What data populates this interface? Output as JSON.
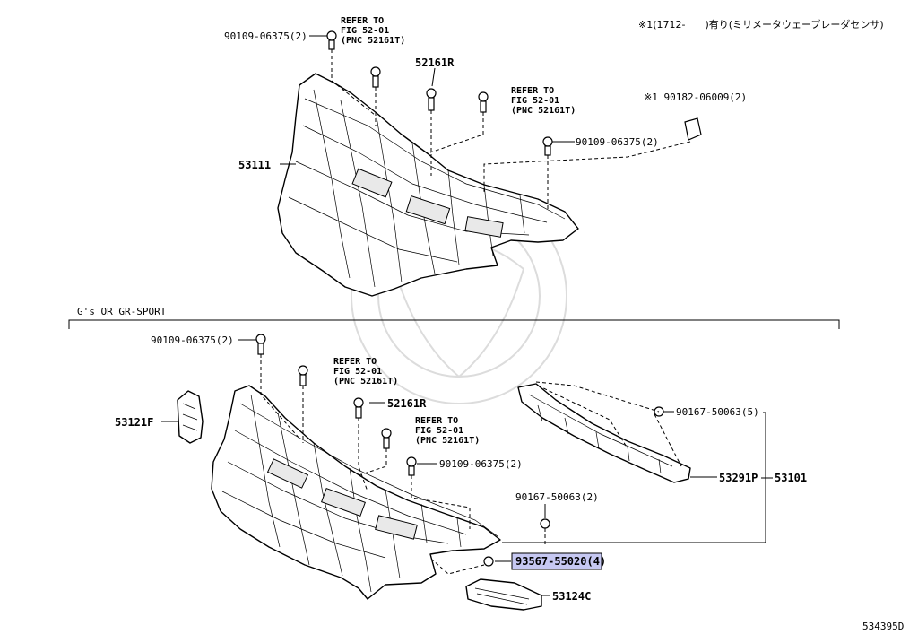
{
  "figure_note": "※1(1712-　　)有り(ミリメータウェーブレーダセンサ)",
  "figure_id": "534395D",
  "variant_label": "G's OR GR-SPORT",
  "upper": {
    "grille": "53111",
    "center_clip": "52161R",
    "bolt_top_left": "90109-06375(2)",
    "bolt_right": "90109-06375(2)",
    "sensor_bracket": "※1 90182-06009(2)",
    "refer1": [
      "REFER TO",
      "FIG 52-01",
      "(PNC 52161T)"
    ],
    "refer2": [
      "REFER TO",
      "FIG 52-01",
      "(PNC 52161T)"
    ]
  },
  "lower": {
    "bolt_top": "90109-06375(2)",
    "bolt_mid": "90109-06375(2)",
    "center_clip": "52161R",
    "side_cover": "53121F",
    "lower_grille": "53124C",
    "sub_assy": "53101",
    "garnish": "53291P",
    "screw_upper": "90167-50063(5)",
    "screw_lower": "90167-50063(2)",
    "highlight_part": "93567-55020(4)",
    "refer1": [
      "REFER TO",
      "FIG 52-01",
      "(PNC 52161T)"
    ],
    "refer2": [
      "REFER TO",
      "FIG 52-01",
      "(PNC 52161T)"
    ]
  }
}
